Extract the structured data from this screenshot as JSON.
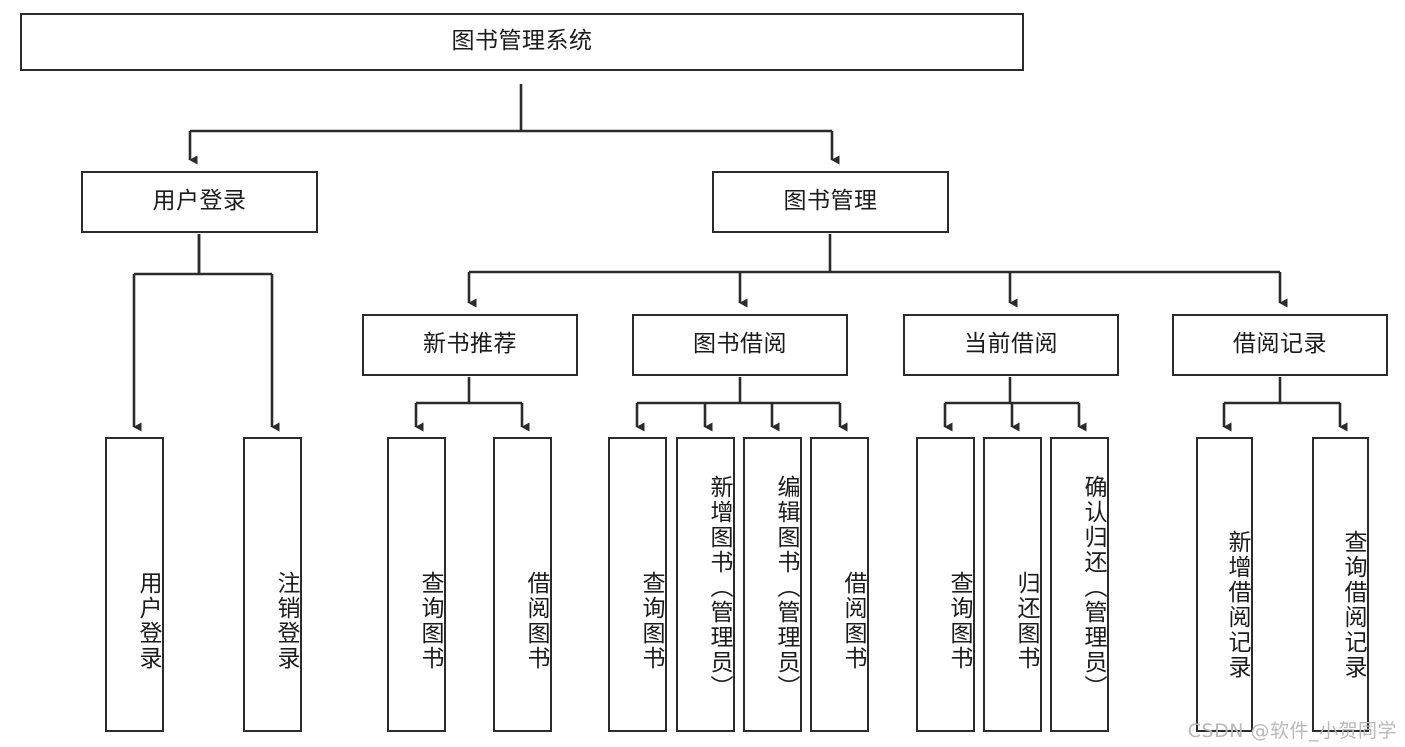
{
  "diagram": {
    "title": "图书管理系统",
    "type": "tree-hierarchy",
    "watermark": "CSDN @软件_小贺同学",
    "colors": {
      "background": "#ffffff",
      "box_border": "#2b2b2b",
      "box_fill": "#ffffff",
      "connector": "#2b2b2b",
      "text": "#1b1b1b",
      "watermark": "#b9b9b9"
    },
    "nodes": {
      "root": {
        "label": "图书管理系统",
        "orientation": "horizontal"
      },
      "level2": [
        {
          "id": "user-login",
          "label": "用户登录",
          "orientation": "horizontal"
        },
        {
          "id": "book-manage",
          "label": "图书管理",
          "orientation": "horizontal"
        }
      ],
      "level3": [
        {
          "id": "new-book-recommend",
          "label": "新书推荐",
          "orientation": "horizontal"
        },
        {
          "id": "book-borrow",
          "label": "图书借阅",
          "orientation": "horizontal"
        },
        {
          "id": "current-borrow",
          "label": "当前借阅",
          "orientation": "horizontal"
        },
        {
          "id": "borrow-record",
          "label": "借阅记录",
          "orientation": "horizontal"
        }
      ],
      "leaves": [
        {
          "id": "leaf-user-login",
          "label": "用户登录",
          "parent": "user-login",
          "orientation": "vertical"
        },
        {
          "id": "leaf-logout-login",
          "label": "注销登录",
          "parent": "user-login",
          "orientation": "vertical"
        },
        {
          "id": "leaf-query-book-1",
          "label": "查询图书",
          "parent": "new-book-recommend",
          "orientation": "vertical"
        },
        {
          "id": "leaf-borrow-book-1",
          "label": "借阅图书",
          "parent": "new-book-recommend",
          "orientation": "vertical"
        },
        {
          "id": "leaf-query-book-2",
          "label": "查询图书",
          "parent": "book-borrow",
          "orientation": "vertical"
        },
        {
          "id": "leaf-add-book-admin",
          "label": "新增图书（管理员）",
          "parent": "book-borrow",
          "orientation": "vertical"
        },
        {
          "id": "leaf-edit-book-admin",
          "label": "编辑图书（管理员）",
          "parent": "book-borrow",
          "orientation": "vertical"
        },
        {
          "id": "leaf-borrow-book-2",
          "label": "借阅图书",
          "parent": "book-borrow",
          "orientation": "vertical"
        },
        {
          "id": "leaf-query-book-3",
          "label": "查询图书",
          "parent": "current-borrow",
          "orientation": "vertical"
        },
        {
          "id": "leaf-return-book",
          "label": "归还图书",
          "parent": "current-borrow",
          "orientation": "vertical"
        },
        {
          "id": "leaf-confirm-return-admin",
          "label": "确认归还（管理员）",
          "parent": "current-borrow",
          "orientation": "vertical"
        },
        {
          "id": "leaf-add-borrow-record",
          "label": "新增借阅记录",
          "parent": "borrow-record",
          "orientation": "vertical"
        },
        {
          "id": "leaf-query-borrow-record",
          "label": "查询借阅记录",
          "parent": "borrow-record",
          "orientation": "vertical"
        }
      ]
    }
  }
}
